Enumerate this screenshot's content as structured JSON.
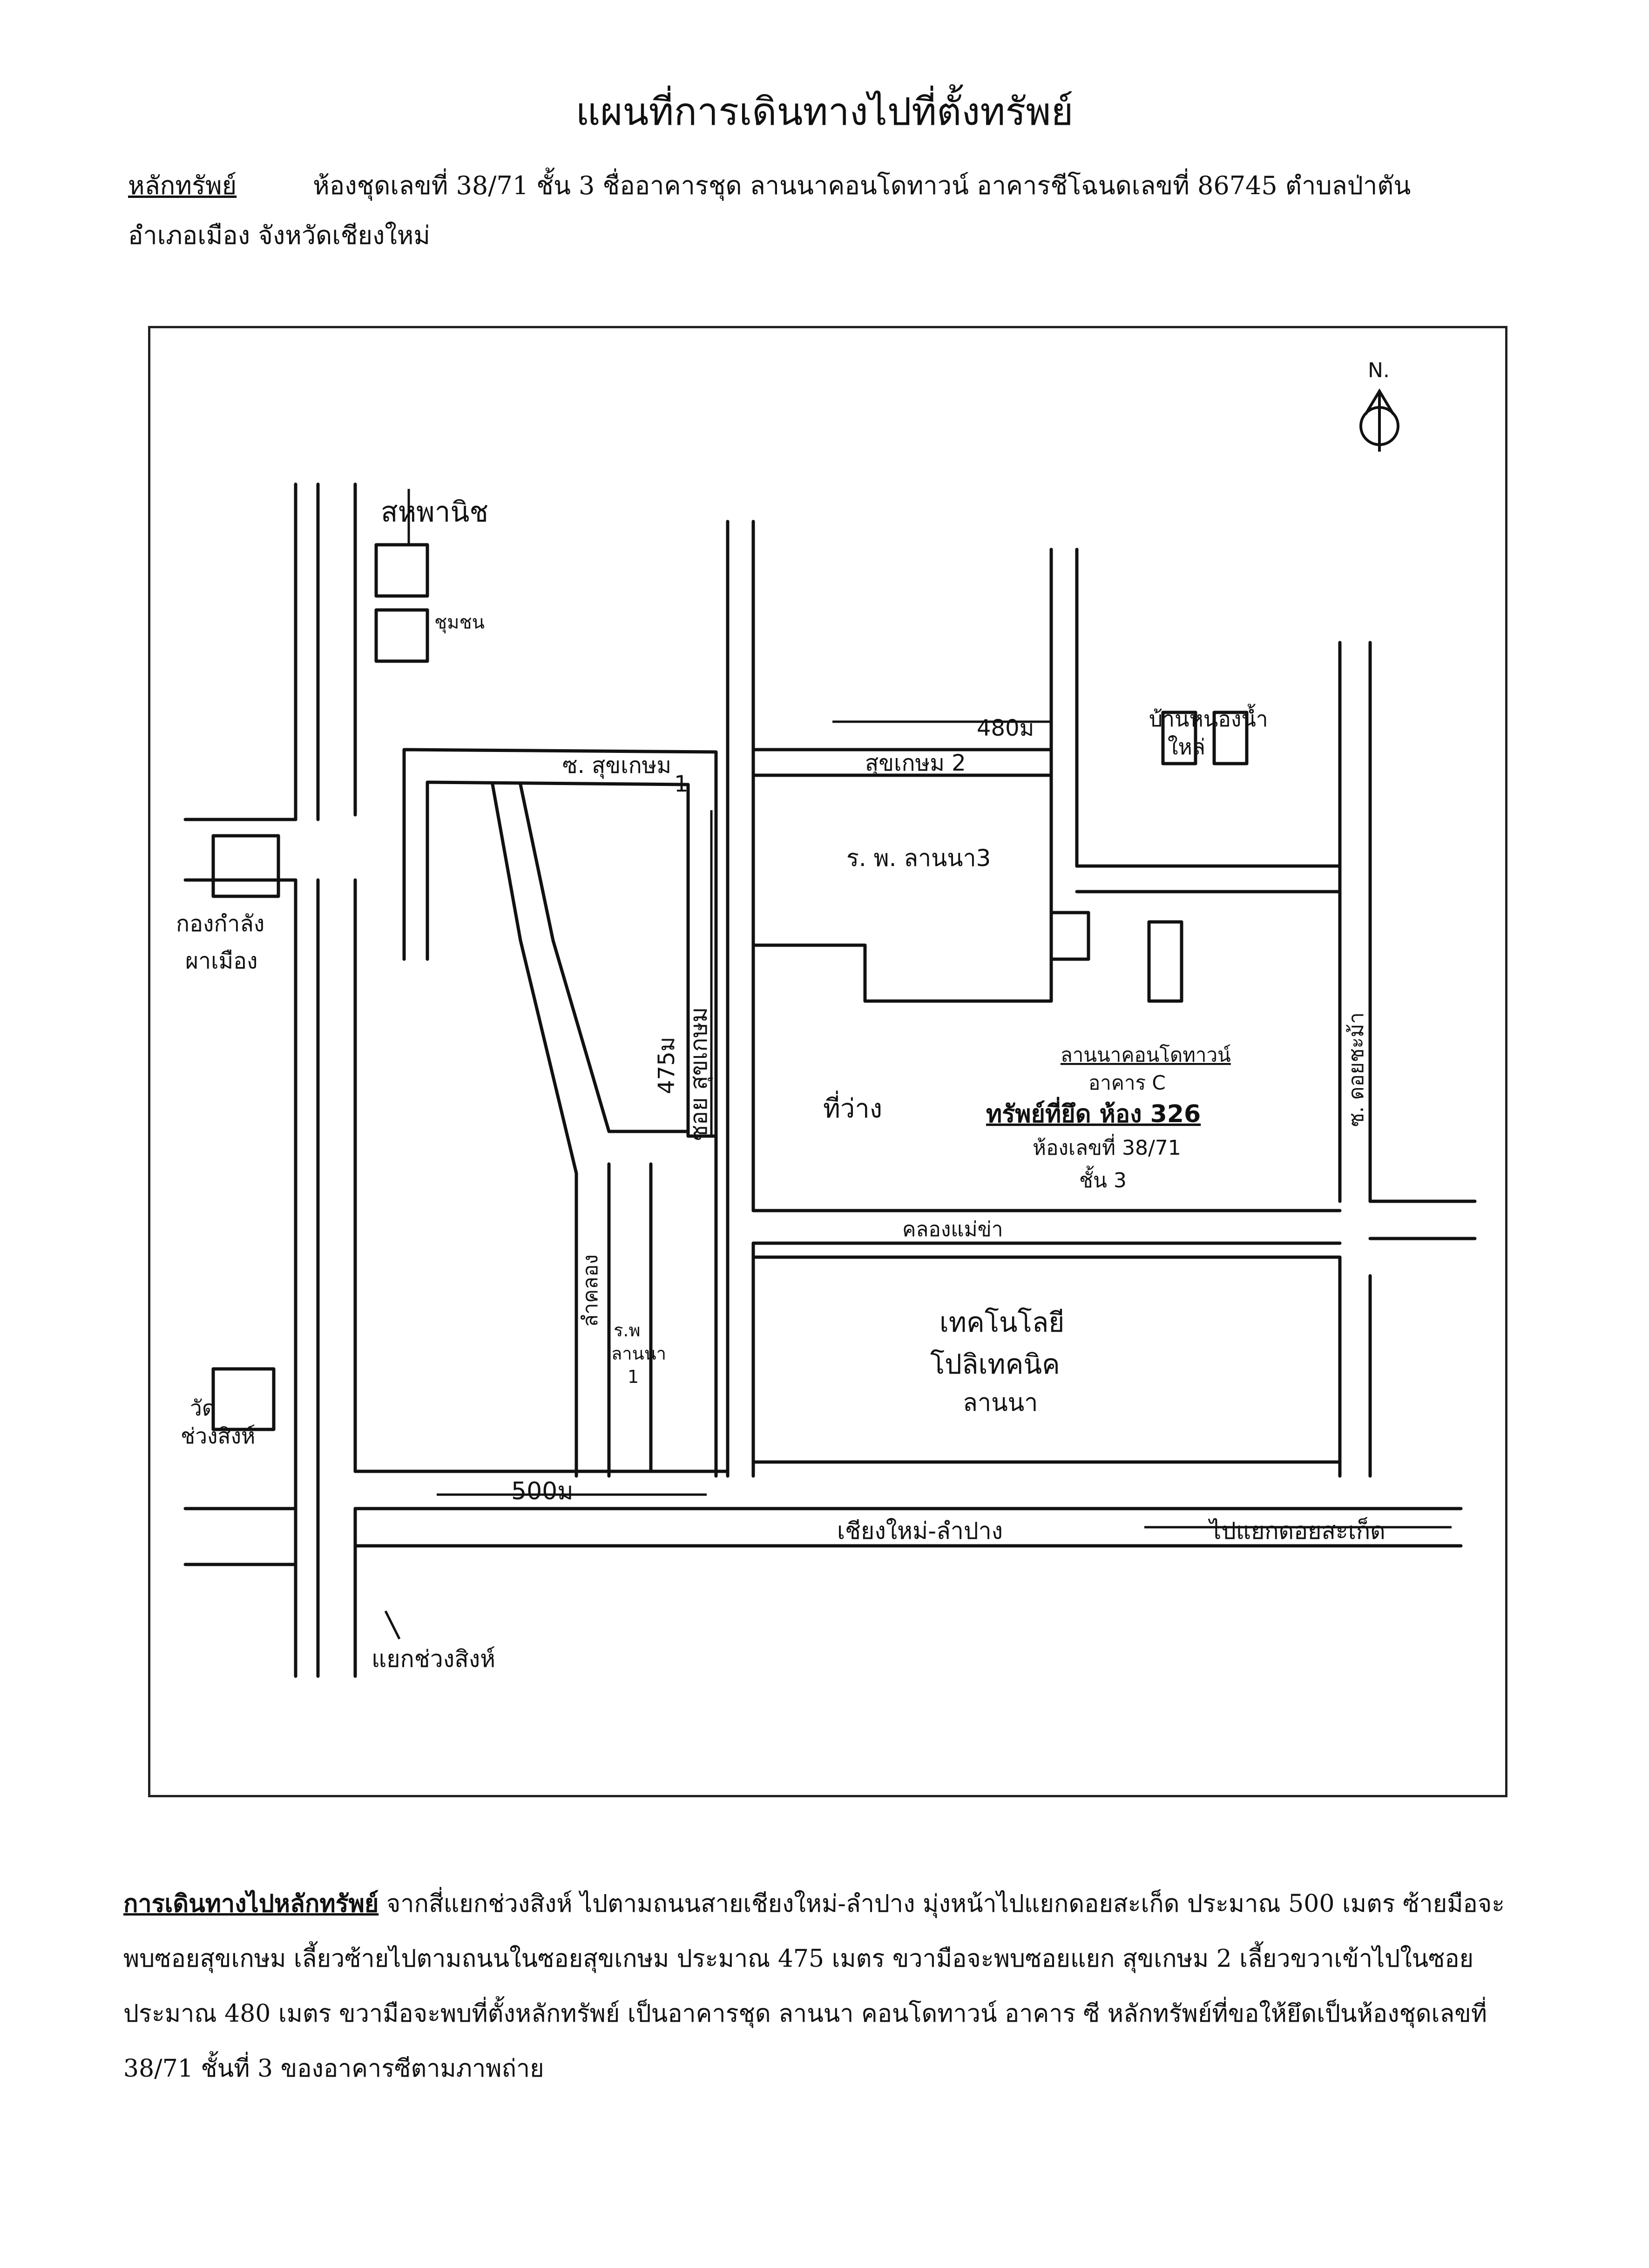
{
  "document": {
    "title": "แผนที่การเดินทางไปที่ตั้งทรัพย์",
    "property_label": "หลักทรัพย์",
    "property_text": "ห้องชุดเลขที่ 38/71 ชั้น 3 ชื่ออาคารชุด ลานนาคอนโดทาวน์   อาคารชีโฉนดเลขที่ 86745  ตำบลป่าตัน",
    "address_text": "อำเภอเมือง จังหวัดเชียงใหม่",
    "directions_label": "การเดินทางไปหลักทรัพย์",
    "directions_text": " จากสี่แยกช่วงสิงห์ ไปตามถนนสายเชียงใหม่-ลำปาง มุ่งหน้าไปแยกดอยสะเก็ด ประมาณ 500 เมตร ซ้ายมือจะพบซอยสุขเกษม เลี้ยวซ้ายไปตามถนนในซอยสุขเกษม ประมาณ 475 เมตร ขวามือจะพบซอยแยก สุขเกษม 2 เลี้ยวขวาเข้าไปในซอยประมาณ 480 เมตร ขวามือจะพบที่ตั้งหลักทรัพย์ เป็นอาคารชุด ลานนา คอนโดทาวน์ อาคาร ซี หลักทรัพย์ที่ขอให้ยึดเป็นห้องชุดเลขที่ 38/71 ชั้นที่ 3 ของอาคารซีตามภาพถ่าย"
  },
  "map": {
    "north_label": "N.",
    "labels": {
      "top_landmark": "สหพานิช",
      "top_landmark_sub": "ชุมชน",
      "left_landmark": "กองกำลัง",
      "left_landmark_2": "ผาเมือง",
      "soi_sukkasem_1": "ซ. สุขเกษม",
      "soi_sukkasem_1_num": "1",
      "soi_sukkasem_2": "สุขเกษม 2",
      "distance_top": "480ม",
      "top_right_landmark": "บ้านหนองน้ำ",
      "top_right_landmark_2": "ใหล่",
      "school": "ร. พ. ลานนา3",
      "soi_sukkasem_vertical": "ซอย สุขเกษม",
      "distance_vertical": "475ม",
      "lane_left": "ลำคลอง",
      "land_empty": "ที่ว่าง",
      "condo": "ลานนาคอนโดทาวน์",
      "condo_building": "อาคาร C",
      "property_marker": "ทรัพย์ที่ยึด ห้อง 326",
      "room_no": "ห้องเลขที่ 38/71",
      "floor": "ชั้น 3",
      "canal": "คลองแม่ข่า",
      "right_soi": "ซ. ดอยชะม้า",
      "technology": "เทคโนโลยี",
      "polytechnic": "โปลิเทคนิค",
      "lanna": "ลานนา",
      "hospital": "ร.พ",
      "hospital_2": "ลานนา",
      "hospital_3": "1",
      "temple": "วัด",
      "temple_2": "ช่วงสิงห์",
      "distance_bottom": "500ม",
      "main_road": "เชียงใหม่-ลำปาง",
      "to_doi_saket": "ไปแยกดอยสะเก็ด",
      "intersection": "แยกช่วงสิงห์"
    }
  }
}
